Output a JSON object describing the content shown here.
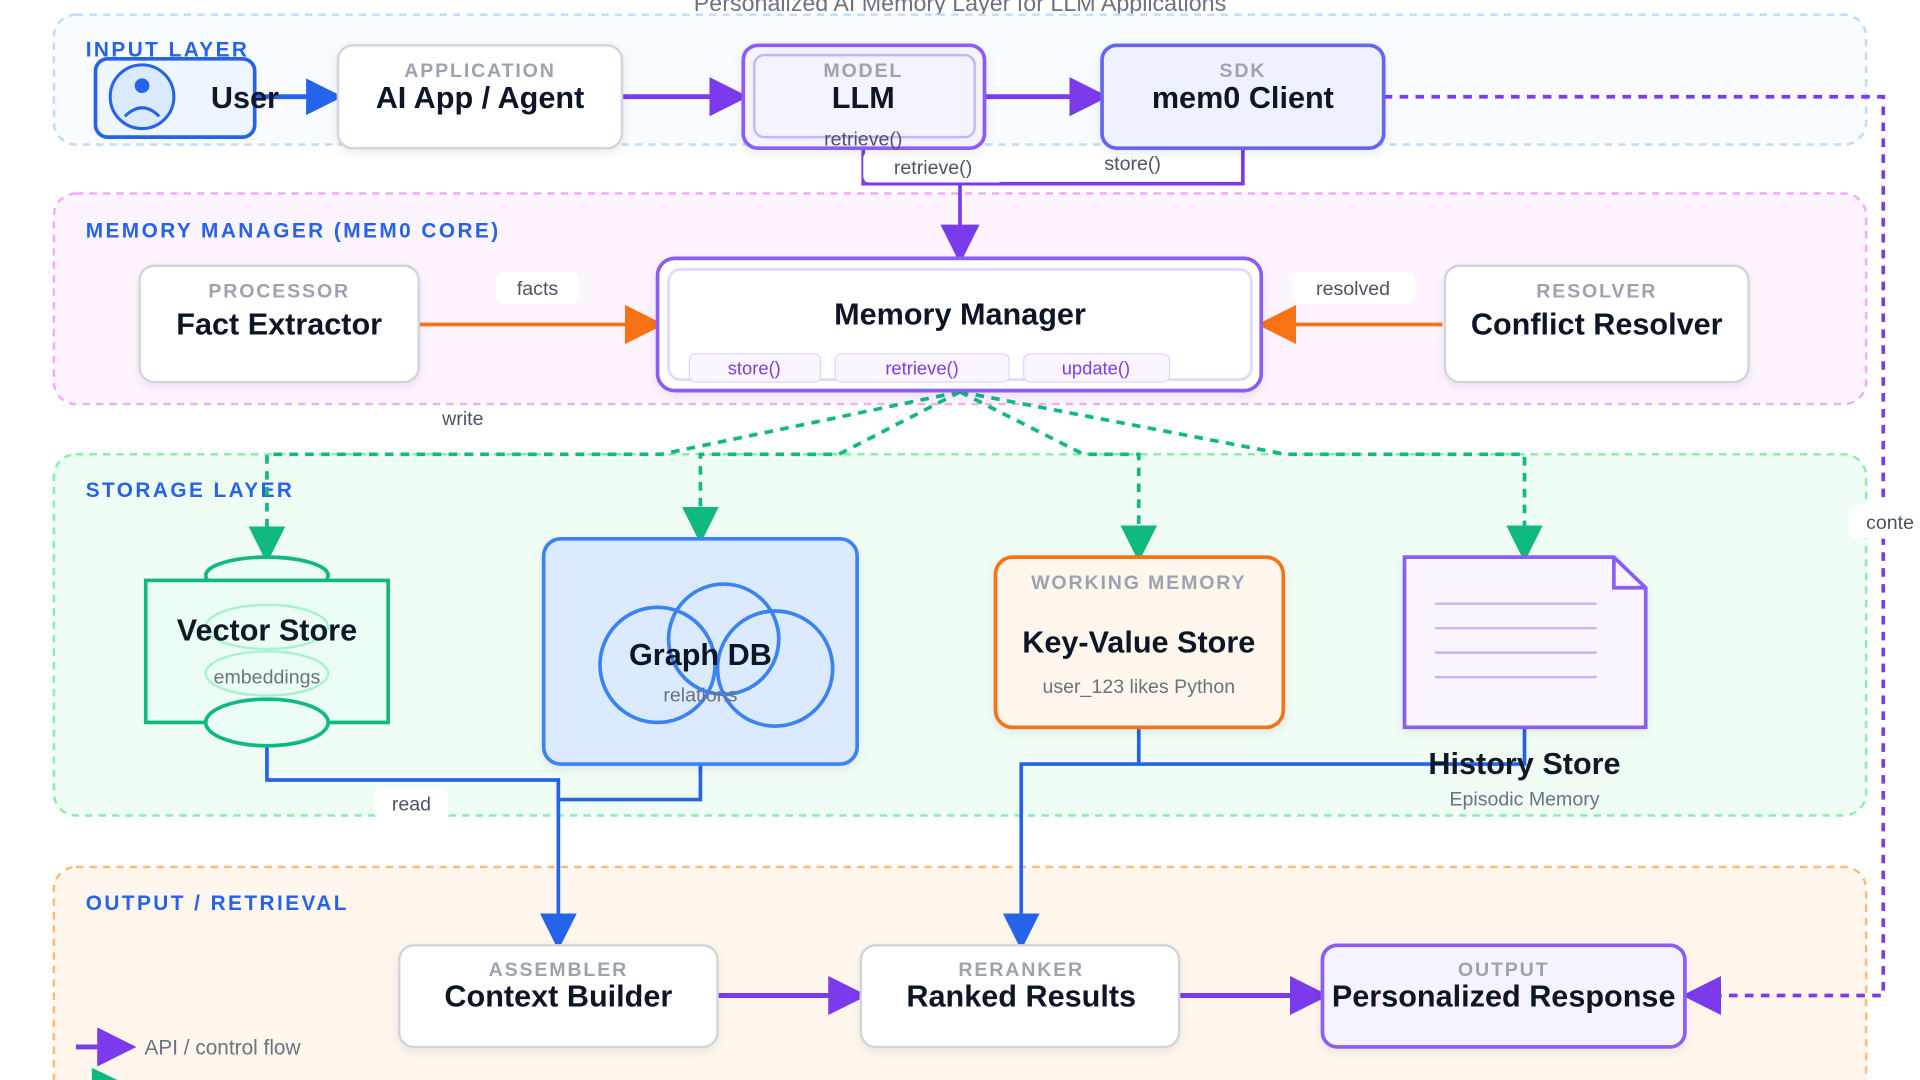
{
  "title": "Personalized AI Memory Layer for LLM Applications",
  "colors": {
    "api_flow": "#7c3aed",
    "memory_write": "#10b981",
    "read": "#2563eb",
    "facts": "#f97316"
  },
  "zones": {
    "input": {
      "label": "INPUT LAYER"
    },
    "memory": {
      "label": "MEMORY MANAGER (MEM0 CORE)"
    },
    "storage": {
      "label": "STORAGE LAYER"
    },
    "output": {
      "label": "OUTPUT / RETRIEVAL"
    }
  },
  "nodes": {
    "user": {
      "title": "User",
      "icon": "user-icon"
    },
    "app": {
      "caption": "APPLICATION",
      "title": "AI App / Agent"
    },
    "llm": {
      "caption": "MODEL",
      "title": "LLM",
      "note": "retrieve()"
    },
    "sdk": {
      "caption": "SDK",
      "title": "mem0 Client"
    },
    "fact": {
      "caption": "PROCESSOR",
      "title": "Fact Extractor"
    },
    "manager": {
      "title": "Memory Manager",
      "methods": [
        "store()",
        "retrieve()",
        "update()"
      ]
    },
    "resolver": {
      "caption": "RESOLVER",
      "title": "Conflict Resolver"
    },
    "vector": {
      "title": "Vector Store",
      "sub": "embeddings"
    },
    "graph": {
      "title": "Graph DB",
      "sub": "relations"
    },
    "kv": {
      "caption": "WORKING MEMORY",
      "title": "Key-Value Store",
      "sub": "user_123 likes Python"
    },
    "history": {
      "title": "History Store",
      "sub": "Episodic Memory"
    },
    "context": {
      "caption": "ASSEMBLER",
      "title": "Context Builder"
    },
    "ranked": {
      "caption": "RERANKER",
      "title": "Ranked Results"
    },
    "response": {
      "caption": "OUTPUT",
      "title": "Personalized Response"
    }
  },
  "edge_labels": {
    "retrieve": "retrieve()",
    "store": "store()",
    "facts": "facts",
    "resolved": "resolved",
    "write": "write",
    "read": "read",
    "context": "conte"
  },
  "legend": [
    {
      "label": "API / control flow",
      "color": "#7c3aed"
    }
  ]
}
